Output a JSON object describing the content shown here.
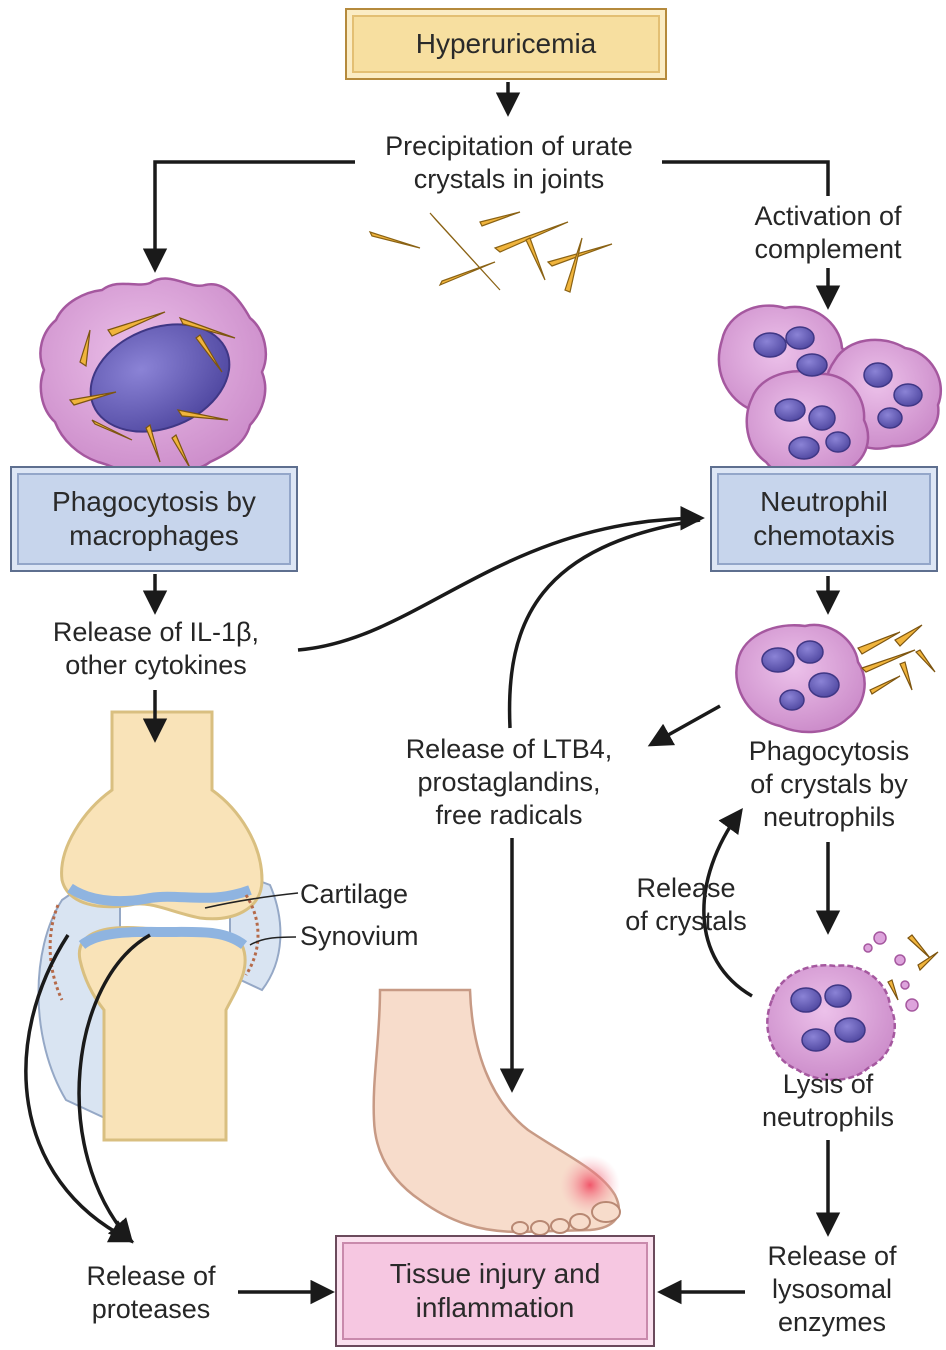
{
  "boxes": {
    "hyperuricemia": "Hyperuricemia",
    "phagocytosis_macrophages": "Phagocytosis by\nmacrophages",
    "neutrophil_chemotaxis": "Neutrophil\nchemotaxis",
    "tissue_injury": "Tissue injury and\ninflammation"
  },
  "labels": {
    "precipitation": "Precipitation of urate\ncrystals in joints",
    "activation_complement": "Activation of\ncomplement",
    "release_il1b": "Release of IL-1β,\nother cytokines",
    "release_ltb4": "Release of LTB4,\nprostaglandins,\nfree radicals",
    "phagocytosis_crystals": "Phagocytosis\nof crystals by\nneutrophils",
    "release_crystals": "Release\nof crystals",
    "lysis_neutrophils": "Lysis of\nneutrophils",
    "release_lysosomal": "Release of\nlysosomal\nenzymes",
    "release_proteases": "Release of\nproteases",
    "cartilage": "Cartilage",
    "synovium": "Synovium"
  },
  "colors": {
    "box_gold": "#f7dfa0",
    "box_blue": "#c7d5ec",
    "box_pink": "#f6c7e1",
    "cell_cytoplasm": "#dda3dc",
    "cell_nucleus": "#6e63bd",
    "crystal": "#f0b43c",
    "bone": "#f9e3b8",
    "cartilage": "#b7d3ef",
    "skin": "#f5d6c4",
    "inflammation": "#f06a7a",
    "arrow": "#1a1a1a"
  },
  "icons": [
    "macrophage-illustration",
    "neutrophil-cluster-illustration",
    "neutrophil-phagocytosing-illustration",
    "lysing-neutrophil-illustration",
    "urate-crystals-illustration",
    "knee-joint-illustration",
    "foot-illustration"
  ]
}
